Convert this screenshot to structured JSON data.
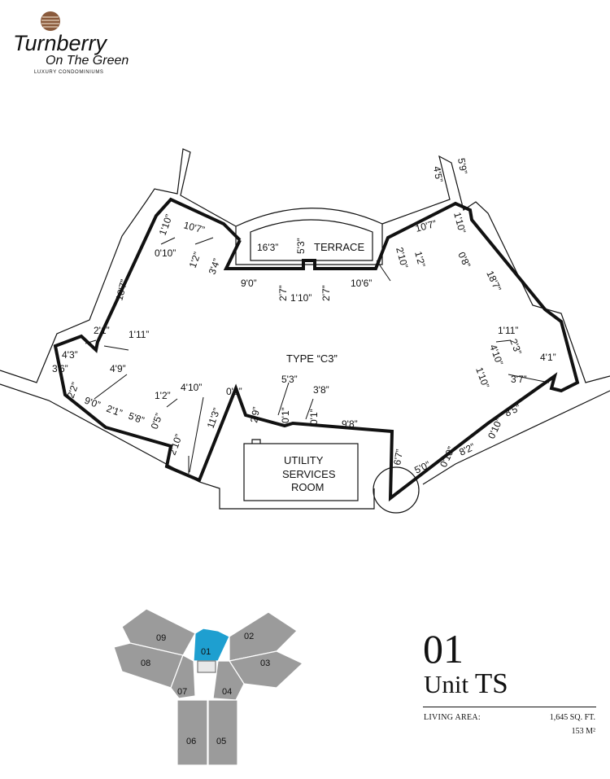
{
  "brand": {
    "name_line1": "Turnberry",
    "name_line2": "On The Green",
    "tagline": "LUXURY CONDOMINIUMS"
  },
  "floorplan": {
    "type_label": "TYPE “C3”",
    "terrace_label": "TERRACE",
    "utility_label_1": "UTILITY",
    "utility_label_2": "SERVICES",
    "utility_label_3": "ROOM",
    "dims": {
      "d1": "1'10”",
      "d2": "10'7”",
      "d3": "0'10”",
      "d4": "1'2”",
      "d5": "3'4”",
      "d6": "16'3”",
      "d7": "5'3”",
      "d8": "9'0”",
      "d9": "2'7”",
      "d10": "1'10”",
      "d11": "2'7”",
      "d12": "10'6”",
      "d13": "10'7”",
      "d14": "1'10”",
      "d15": "2'10”",
      "d16": "1'2”",
      "d17": "0'8”",
      "d18": "18'7”",
      "d19": "18'7”",
      "d20": "2'1”",
      "d21": "1'11”",
      "d22": "4'3”",
      "d23": "3'6”",
      "d24": "4'9”",
      "d25": "2'2”",
      "d26": "9'0”",
      "d27": "2'1”",
      "d28": "5'8”",
      "d29": "1'2”",
      "d30": "0'5”",
      "d31": "4'10”",
      "d32": "2'10”",
      "d33": "11'3”",
      "d34": "0'6”",
      "d35": "2'9”",
      "d36": "5'3”",
      "d37": "0'1”",
      "d38": "3'8”",
      "d39": "0'1”",
      "d40": "9'8”",
      "d41": "6'7”",
      "d42": "5'0”",
      "d43": "0'10”",
      "d44": "8'2”",
      "d45": "0'10”",
      "d46": "8'5”",
      "d47": "1'10”",
      "d48": "4'10”",
      "d49": "3'7”",
      "d50": "4'1”",
      "d51": "2'3”",
      "d52": "1'11”",
      "d53": "4'5”",
      "d54": "5'9”"
    }
  },
  "keyplan": {
    "units": [
      "01",
      "02",
      "03",
      "04",
      "05",
      "06",
      "07",
      "08",
      "09"
    ],
    "highlight_color": "#1e9fd0",
    "unit_color": "#9b9b9b"
  },
  "unit": {
    "number": "01",
    "name_prefix": "Unit",
    "name_suffix": "TS",
    "living_area_label": "LIVING AREA:",
    "living_area_sqft": "1,645 SQ. FT.",
    "living_area_m2": "153 M²"
  }
}
